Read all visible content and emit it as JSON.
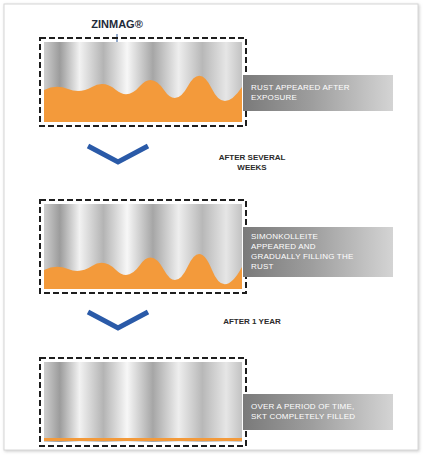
{
  "diagram": {
    "nodes": [
      {
        "text": [
          "RUST APPEARED AFTER EXPOSURE"
        ]
      },
      {
        "text": [
          "SIMONKOLLEITE APPEARED AND GRADUALLY FILLING THE RUST"
        ]
      },
      {
        "text": [
          "OVER A PERIOD OF TIME, SKT COMPLETELY FILLED"
        ]
      }
    ],
    "labels": [
      "ZINMAG®",
      "AFTER SEVERAL WEEKS",
      "AFTER 1 YEAR"
    ]
  }
}
